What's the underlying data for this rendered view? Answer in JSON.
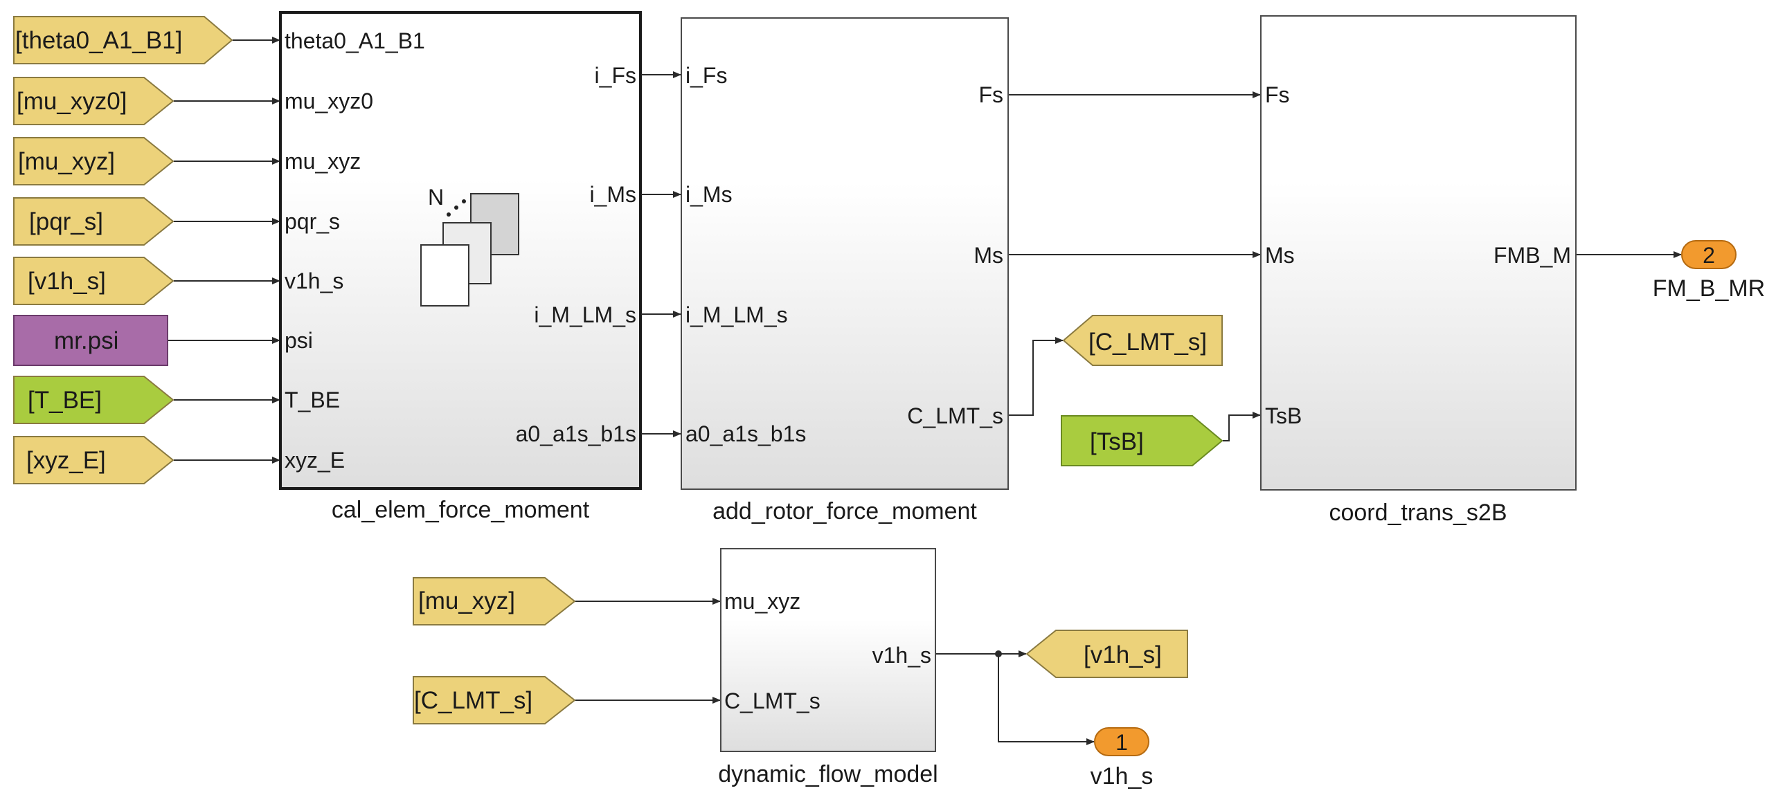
{
  "colors": {
    "goto_from_yellow": "#ecd27a",
    "from_green": "#a9cc3f",
    "constant_purple": "#a86ca8",
    "outport_orange": "#f29a2e",
    "block_top": "#ffffff",
    "block_bottom": "#e0e0e0"
  },
  "from_tags_left": [
    {
      "label": "[theta0_A1_B1]",
      "color": "yellow"
    },
    {
      "label": "[mu_xyz0]",
      "color": "yellow"
    },
    {
      "label": "[mu_xyz]",
      "color": "yellow"
    },
    {
      "label": "[pqr_s]",
      "color": "yellow"
    },
    {
      "label": "[v1h_s]",
      "color": "yellow"
    },
    {
      "label": "[T_BE]",
      "color": "green"
    },
    {
      "label": "[xyz_E]",
      "color": "yellow"
    }
  ],
  "constant_block": {
    "label": "mr.psi",
    "icon": "constant-block"
  },
  "blocks": {
    "cal_elem_force_moment": {
      "name": "cal_elem_force_moment",
      "icon": "for-each-subsystem-icon",
      "icon_text": "N",
      "inputs": [
        "theta0_A1_B1",
        "mu_xyz0",
        "mu_xyz",
        "pqr_s",
        "v1h_s",
        "psi",
        "T_BE",
        "xyz_E"
      ],
      "outputs": [
        "i_Fs",
        "i_Ms",
        "i_M_LM_s",
        "a0_a1s_b1s"
      ]
    },
    "add_rotor_force_moment": {
      "name": "add_rotor_force_moment",
      "inputs": [
        "i_Fs",
        "i_Ms",
        "i_M_LM_s",
        "a0_a1s_b1s"
      ],
      "outputs": [
        "Fs",
        "Ms",
        "C_LMT_s"
      ]
    },
    "coord_trans_s2B": {
      "name": "coord_trans_s2B",
      "inputs": [
        "Fs",
        "Ms",
        "TsB"
      ],
      "outputs": [
        "FMB_M"
      ]
    },
    "dynamic_flow_model": {
      "name": "dynamic_flow_model",
      "inputs": [
        "mu_xyz",
        "C_LMT_s"
      ],
      "outputs": [
        "v1h_s"
      ]
    }
  },
  "goto_c_lmt": "[C_LMT_s]",
  "from_tsb": "[TsB]",
  "bottom_from_tags": [
    "[mu_xyz]",
    "[C_LMT_s]"
  ],
  "goto_v1h": "[v1h_s]",
  "outports": [
    {
      "number": "2",
      "label": "FM_B_MR"
    },
    {
      "number": "1",
      "label": "v1h_s"
    }
  ]
}
